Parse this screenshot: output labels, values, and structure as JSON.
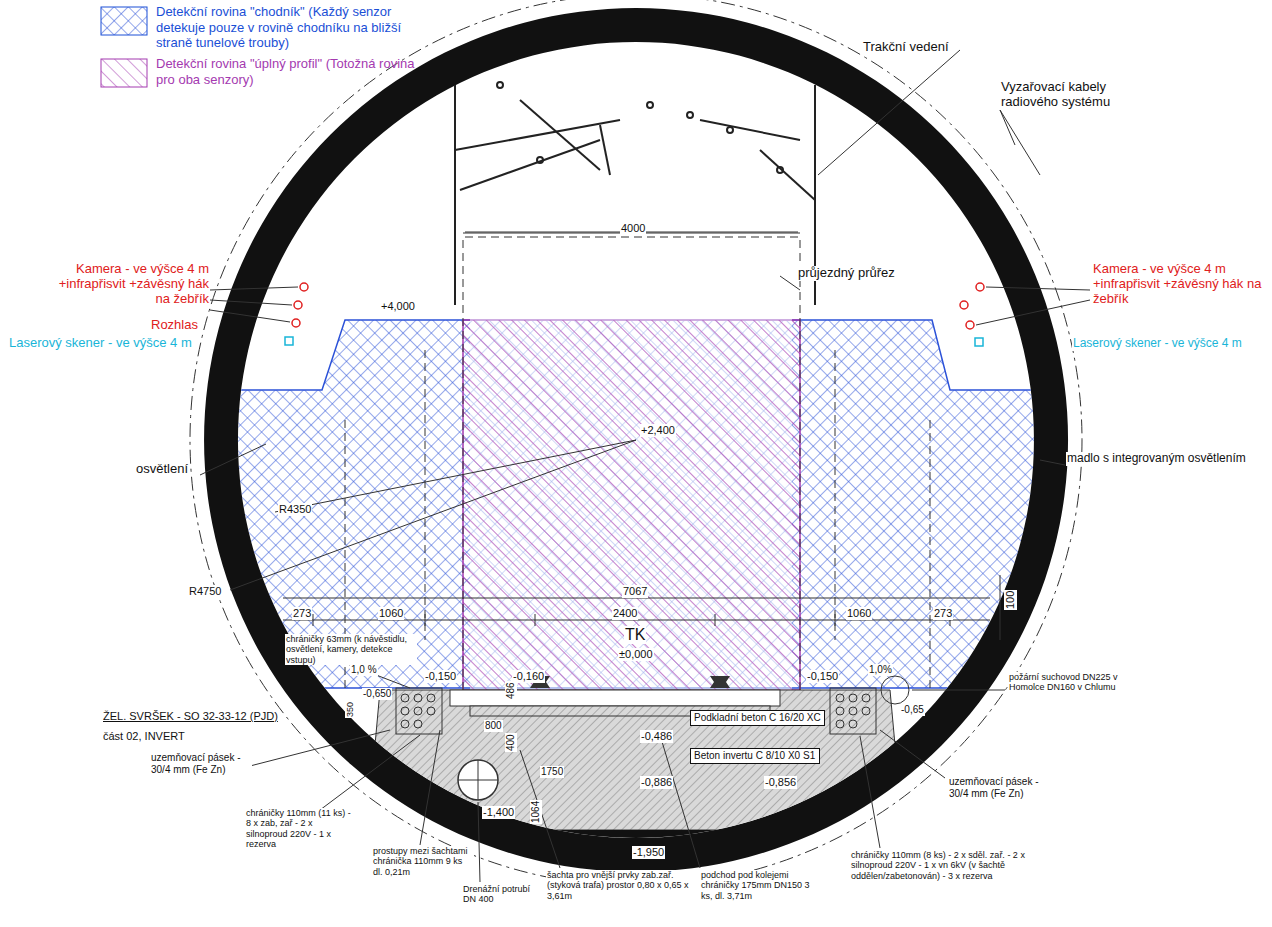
{
  "diagram": {
    "nodes": [
      {
        "text": [
          "Podkladní beton C 16/20 XC"
        ]
      },
      {
        "text": [
          "Beton invertu C 8/10 X0 S1"
        ]
      }
    ],
    "labels": [
      "Trakční vedení",
      "Vyzařovací kabely radiového systému",
      "4000",
      "průjezdný průřez",
      "Kamera - ve výšce 4 m +infrapřisvit +závěsný hák na žebřík",
      "Rozhlas",
      "Laserový skener - ve výšce 4 m",
      "Kamera - ve výšce 4 m +infrapřisvit +závěsný hák na žebřík",
      "Laserový skener - ve výšce 4 m",
      "+4,000",
      "+2,400",
      "osvětlení",
      "R4350",
      "R4750",
      "madlo s integrovaným osvětlením",
      "7067",
      "273",
      "1060",
      "2400",
      "1060",
      "273",
      "100",
      "TK",
      "±0,000",
      "1,0 %",
      "-0,150",
      "-0,160",
      "-0,150",
      "1,0%",
      "-0,486",
      "486",
      "400",
      "800",
      "1750",
      "-0,886",
      "-0,856",
      "1064",
      "-1,400",
      "-1,950",
      "-0,650",
      "350",
      "ŽEL. SVRŠEK - SO 32-33-12 (PJD)",
      "část 02, INVERT",
      "chráničky 63mm (k návěstidlu, osvětlení, kamery, detekce vstupu)",
      "uzemňovací pásek - 30/4 mm (Fe Zn)",
      "uzemňovací pásek - 30/4 mm (Fe Zn)",
      "chráničky 110mm (11 ks) - 8 x zab, zař - 2 x silnoproud 220V - 1 x rezerva",
      "prostupy mezi šachtami chránička 110mm 9 ks dl. 0,21m",
      "Drenážní potrubí DN 400",
      "šachta pro vnější prvky zab.zař. (styková trafa) prostor 0,80 x 0,65 x 3,61m",
      "podchod pod kolejemi chráničky 175mm DN150 3 ks, dl. 3,71m",
      "chráničky 110mm (8 ks) - 2 x sděl. zař. - 2 x silnoproud 220V - 1 x vn 6kV (v šachtě oddělen/zabetonován) - 3 x rezerva",
      "požární suchovod DN225 v Homolce DN160 v Chlumu",
      "-0,65"
    ],
    "legend": [
      {
        "text": "Detekční rovina \"chodník\" (Každý senzor detekuje pouze v rovině chodníku na bližší straně tunelové trouby)"
      },
      {
        "text": "Detekční rovina \"úplný profil\" (Totožná rovina pro oba senzory)"
      }
    ]
  }
}
